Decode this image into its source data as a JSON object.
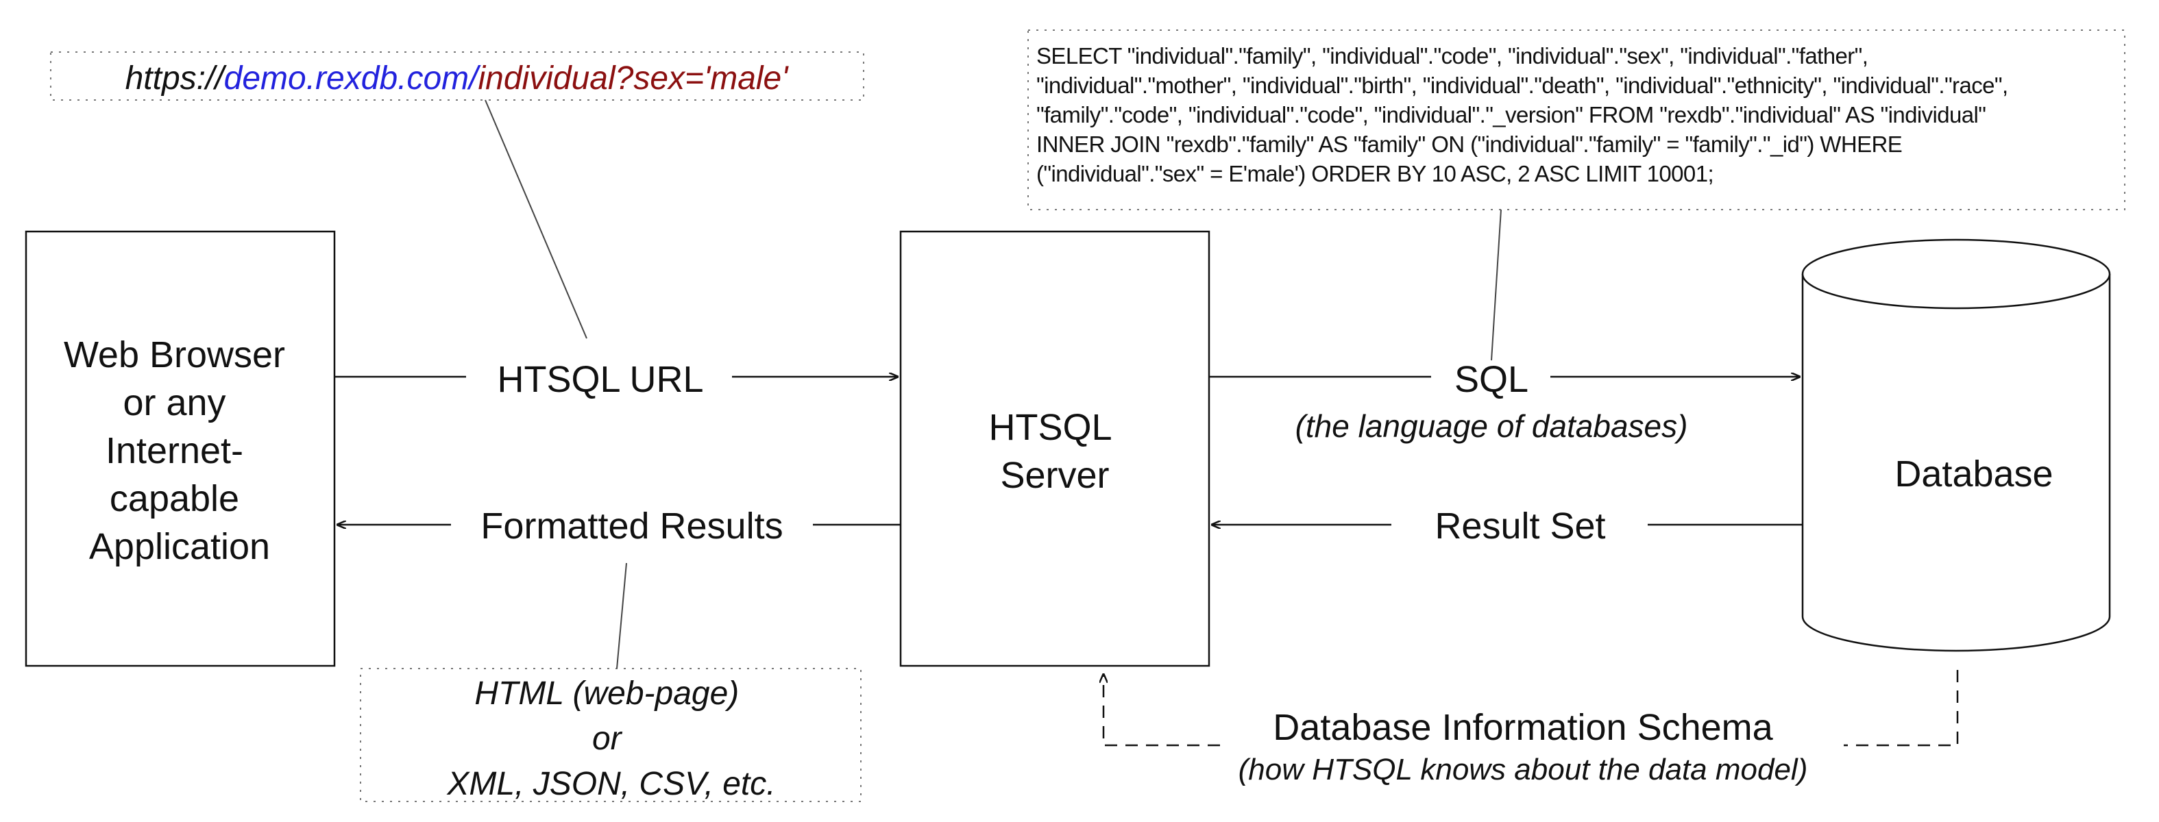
{
  "browser": {
    "lines": [
      "Web Browser",
      "or any",
      "Internet-",
      "capable",
      "Application"
    ]
  },
  "server": {
    "lines": [
      "HTSQL",
      "Server"
    ]
  },
  "database": {
    "label": "Database"
  },
  "arrows": {
    "htsql_url": "HTSQL URL",
    "formatted_results": "Formatted Results",
    "sql": "SQL",
    "sql_note": "(the language of databases)",
    "result_set": "Result Set",
    "schema": "Database Information Schema",
    "schema_note": "(how HTSQL knows about the data model)"
  },
  "url_callout": {
    "scheme": "https://",
    "host": "demo.rexdb.com/",
    "path": "individual?sex='male'",
    "colors": {
      "host": "#2222dd",
      "path": "#8b1010"
    }
  },
  "formats_callout": {
    "lines": [
      "HTML (web-page)",
      "or",
      "XML, JSON, CSV, etc."
    ]
  },
  "sql_callout": {
    "lines": [
      "SELECT \"individual\".\"family\", \"individual\".\"code\", \"individual\".\"sex\", \"individual\".\"father\",",
      "\"individual\".\"mother\", \"individual\".\"birth\", \"individual\".\"death\", \"individual\".\"ethnicity\", \"individual\".\"race\",",
      "\"family\".\"code\", \"individual\".\"code\", \"individual\".\"_version\" FROM \"rexdb\".\"individual\" AS \"individual\"",
      "INNER JOIN \"rexdb\".\"family\" AS \"family\" ON (\"individual\".\"family\" = \"family\".\"_id\") WHERE",
      "(\"individual\".\"sex\" = E'male') ORDER BY 10 ASC, 2 ASC LIMIT 10001;"
    ]
  }
}
